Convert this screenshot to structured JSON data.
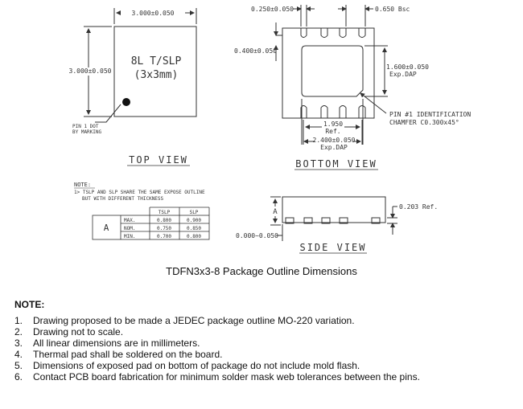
{
  "top_view": {
    "width_dim": "3.000±0.050",
    "height_dim": "3.000±0.050",
    "marking_line1": "8L T/SLP",
    "marking_line2": "(3x3mm)",
    "pin1_label_line1": "PIN 1 DOT",
    "pin1_label_line2": "BY MARKING",
    "view_label": "TOP VIEW"
  },
  "bottom_view": {
    "lead_width_dim": "0.250±0.050",
    "pitch_dim": "0.650 Bsc",
    "lead_length_dim": "0.400±0.050",
    "exp_dap_height_dim": "1.600±0.050",
    "exp_dap_height_label": "Exp.DAP",
    "ref_dim": "1.950",
    "ref_label": "Ref.",
    "exp_dap_width_dim": "2.400±0.050",
    "exp_dap_width_label": "Exp.DAP",
    "pin1_id_line1": "PIN #1 IDENTIFICATION",
    "pin1_id_line2": "CHAMFER C0.300x45°",
    "view_label": "BOTTOM VIEW"
  },
  "side_view": {
    "height_label": "A",
    "thickness_dim": "0.203 Ref.",
    "standoff_dim": "0.000~0.050",
    "view_label": "SIDE VIEW"
  },
  "drawing_note": {
    "title": "NOTE:",
    "line1": "1> TSLP AND SLP SHARE THE SAME EXPOSE OUTLINE",
    "line2": "BUT WITH DIFFERENT THICKNESS"
  },
  "dim_table": {
    "symbol": "A",
    "columns": [
      "TSLP",
      "SLP"
    ],
    "rows": [
      {
        "label": "MAX.",
        "values": [
          "0.800",
          "0.900"
        ]
      },
      {
        "label": "NOM.",
        "values": [
          "0.750",
          "0.850"
        ]
      },
      {
        "label": "MIN.",
        "values": [
          "0.700",
          "0.800"
        ]
      }
    ]
  },
  "caption": "TDFN3x3-8 Package Outline Dimensions",
  "notes": {
    "title": "NOTE:",
    "items": [
      {
        "num": "1.",
        "text": "Drawing proposed to be made a JEDEC package outline MO-220 variation."
      },
      {
        "num": "2.",
        "text": "Drawing not to scale."
      },
      {
        "num": "3.",
        "text": "All linear dimensions are in millimeters."
      },
      {
        "num": "4.",
        "text": "Thermal pad shall be soldered on the board."
      },
      {
        "num": "5.",
        "text": "Dimensions of exposed pad on bottom of package do not include mold flash."
      },
      {
        "num": "6.",
        "text": "Contact PCB board fabrication for minimum solder mask web tolerances between the pins."
      }
    ]
  }
}
